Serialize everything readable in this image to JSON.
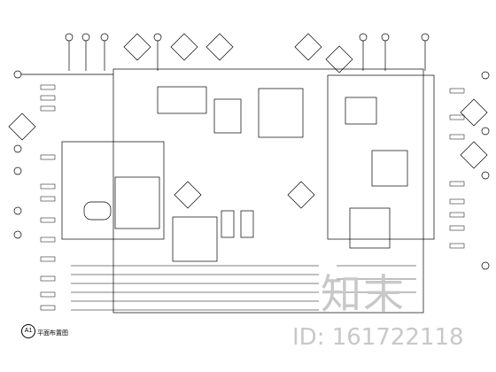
{
  "drawing": {
    "plan_marker": "A1",
    "plan_label": "平面布置图",
    "stroke_color": "#000000"
  },
  "watermark": {
    "logo_text": "知末",
    "id_text": "ID: 161722118",
    "color": "#c8c8c8"
  }
}
